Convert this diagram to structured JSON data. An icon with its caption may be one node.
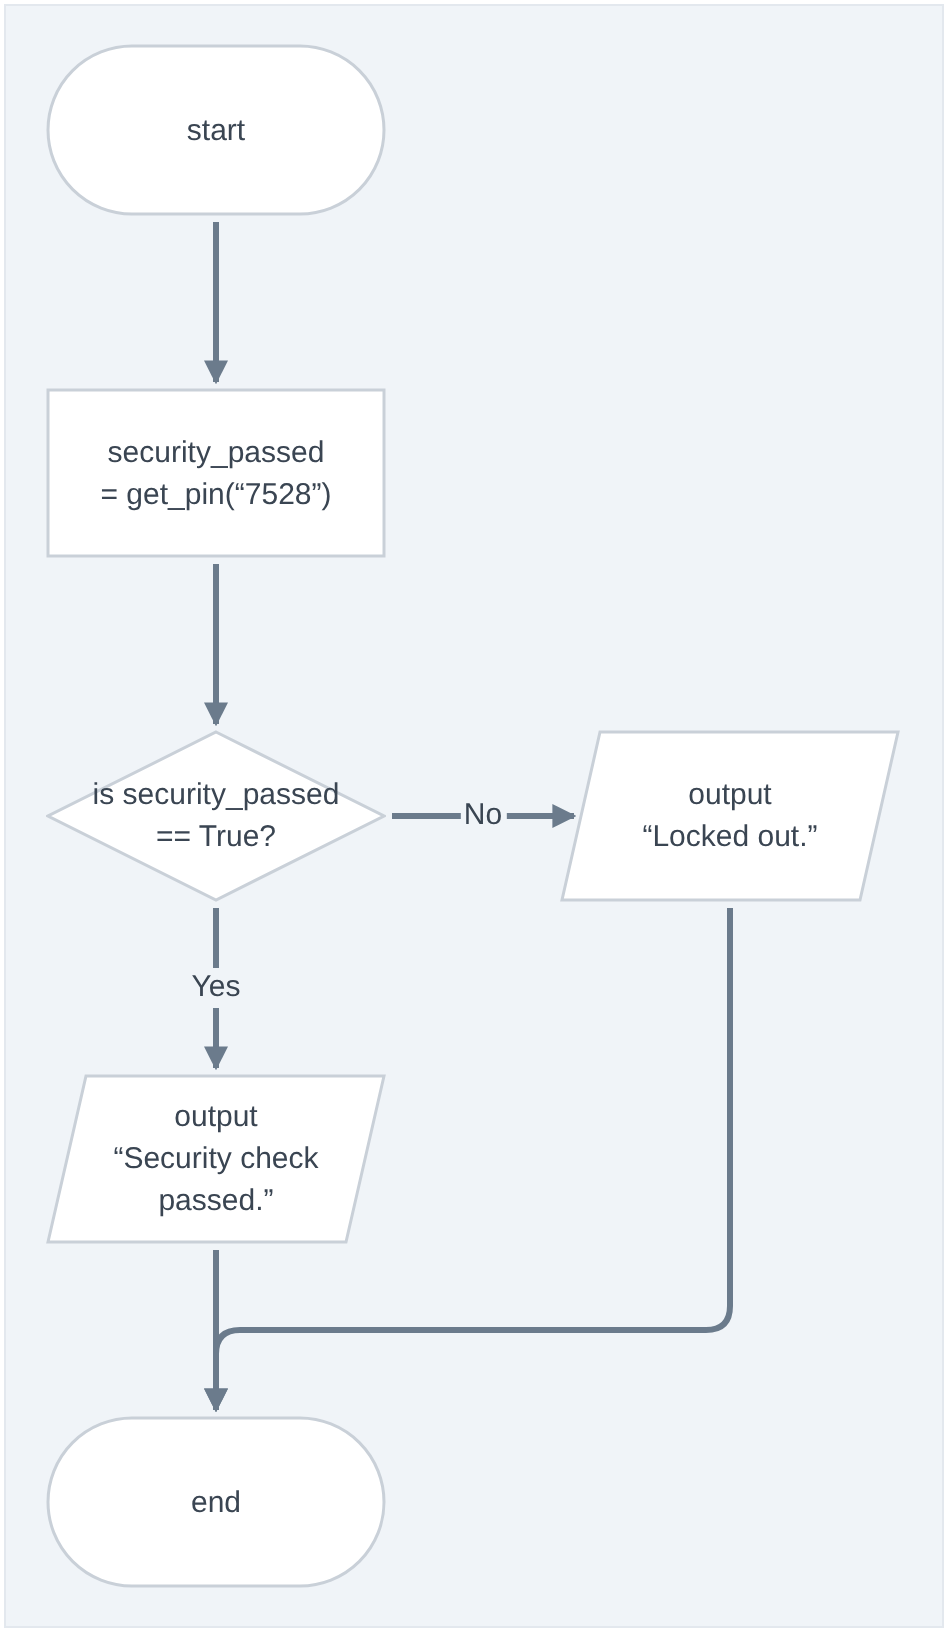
{
  "diagram": {
    "nodes": [
      {
        "text": [
          "start"
        ]
      },
      {
        "text": [
          "security_passed = get_pin(“7528”)"
        ]
      },
      {
        "text": [
          "is security_passed == True?"
        ]
      },
      {
        "text": [
          "output “Locked out.”"
        ]
      },
      {
        "text": [
          "output “Security check passed.”"
        ]
      },
      {
        "text": [
          "end"
        ]
      }
    ],
    "edges": [
      {
        "from": 0,
        "to": 1,
        "arrow": "to"
      },
      {
        "from": 1,
        "to": 2,
        "arrow": "to"
      },
      {
        "from": 2,
        "to": 3,
        "arrow": "to",
        "label": "No"
      },
      {
        "from": 2,
        "to": 4,
        "arrow": "to",
        "label": "Yes"
      },
      {
        "from": 4,
        "to": 5,
        "arrow": "to"
      },
      {
        "from": 3,
        "to": 5,
        "arrow": "to"
      }
    ]
  }
}
